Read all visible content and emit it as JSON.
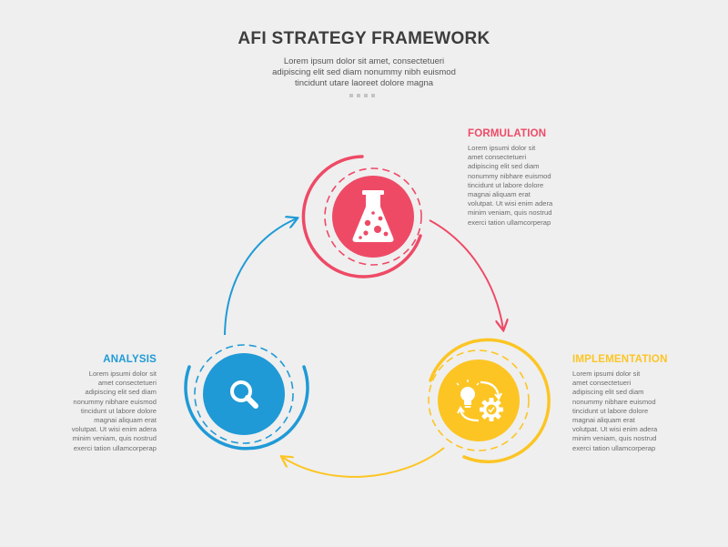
{
  "title": "AFI STRATEGY FRAMEWORK",
  "subtitle": "Lorem ipsum dolor sit amet, consectetueri\nadipiscing elit sed diam nonummy nibh euismod\ntincidunt utare laoreet dolore magna",
  "colors": {
    "formulation": "#ee4a66",
    "implementation": "#fcc524",
    "analysis": "#1f9ad6",
    "background": "#efefef",
    "title": "#3d3d3d"
  },
  "steps": [
    {
      "id": "formulation",
      "heading": "FORMULATION",
      "body": "Lorem ipsumi dolor sit\namet consectetueri\nadipiscing elit sed diam\nnonummy nibhare euismod\ntincidunt ut labore dolore\nmagnai aliquam erat\nvolutpat. Ut wisi enim adera\nminim veniam, quis nostrud\nexerci tation ullamcorperap",
      "icon": "flask-icon"
    },
    {
      "id": "implementation",
      "heading": "IMPLEMENTATION",
      "body": "Lorem ipsumi dolor sit\namet consectetueri\nadipiscing elit sed diam\nnonummy nibhare euismod\ntincidunt ut labore dolore\nmagnai aliquam erat\nvolutpat. Ut wisi enim adera\nminim veniam, quis nostrud\nexerci tation ullamcorperap",
      "icon": "lightbulb-gear-icon"
    },
    {
      "id": "analysis",
      "heading": "ANALYSIS",
      "body": "Lorem ipsumi dolor sit\namet consectetueri\nadipiscing elit sed diam\nnonummy nibhare euismod\ntincidunt ut labore dolore\nmagnai aliquam erat\nvolutpat. Ut wisi enim adera\nminim veniam, quis nostrud\nexerci tation ullamcorperap",
      "icon": "magnifier-icon"
    }
  ]
}
